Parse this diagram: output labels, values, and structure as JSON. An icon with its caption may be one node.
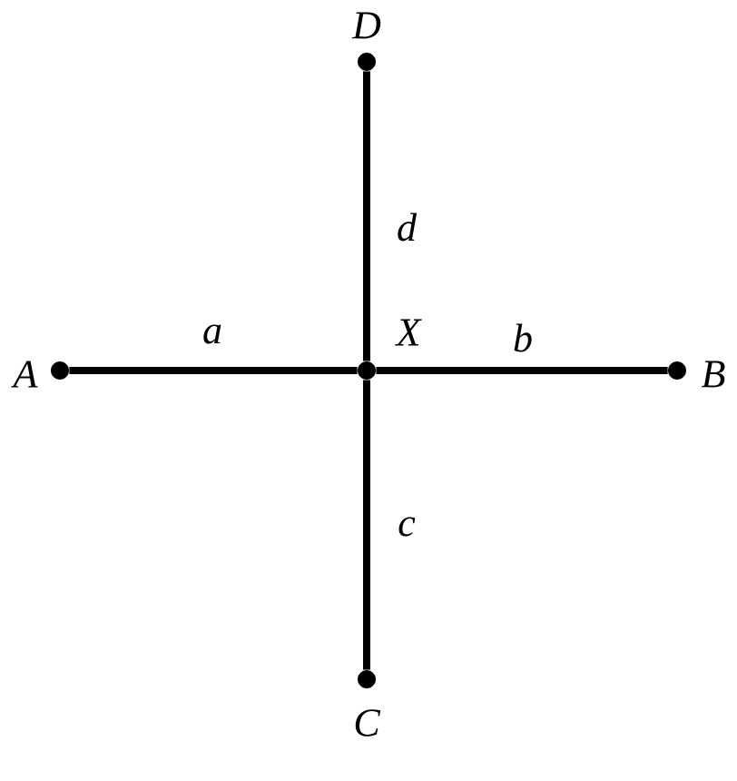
{
  "diagram": {
    "nodes": [
      {
        "text": [],
        "shape": "circle",
        "beside": [
          "D"
        ]
      },
      {
        "text": [],
        "shape": "circle",
        "beside": [
          "A"
        ]
      },
      {
        "text": [],
        "shape": "circle",
        "beside": [
          "X"
        ]
      },
      {
        "text": [],
        "shape": "circle",
        "beside": [
          "B"
        ]
      },
      {
        "text": [],
        "shape": "circle",
        "beside": [
          "C"
        ]
      }
    ],
    "edges": [
      {
        "from": 2,
        "to": 0,
        "arrow": "none",
        "label": "d"
      },
      {
        "from": 2,
        "to": 1,
        "arrow": "none",
        "label": "a"
      },
      {
        "from": 2,
        "to": 3,
        "arrow": "none",
        "label": "b"
      },
      {
        "from": 2,
        "to": 4,
        "arrow": "none",
        "label": "c"
      }
    ]
  }
}
